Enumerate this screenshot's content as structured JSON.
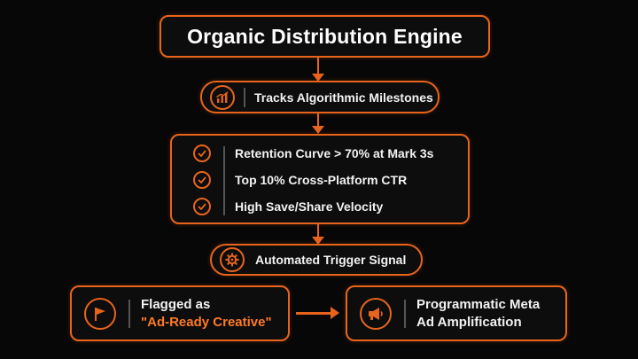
{
  "title": "Organic Distribution Engine",
  "milestones": {
    "label": "Tracks Algorithmic Milestones",
    "icon": "bar-chart-icon"
  },
  "criteria": [
    {
      "label": "Retention Curve > 70% at Mark 3s",
      "icon": "check-circle-icon"
    },
    {
      "label": "Top 10% Cross-Platform CTR",
      "icon": "check-circle-icon"
    },
    {
      "label": "High Save/Share Velocity",
      "icon": "check-circle-icon"
    }
  ],
  "trigger": {
    "label": "Automated Trigger Signal",
    "icon": "gear-icon"
  },
  "flagged": {
    "line1": "Flagged as",
    "line2": "\"Ad-Ready Creative\"",
    "icon": "flag-icon"
  },
  "amplification": {
    "line1": "Programmatic Meta",
    "line2": "Ad Amplification",
    "icon": "megaphone-icon"
  },
  "colors": {
    "accent": "#e8641c",
    "highlight_text": "#ff7a26",
    "background": "#070707",
    "text": "#f2f2f2"
  }
}
